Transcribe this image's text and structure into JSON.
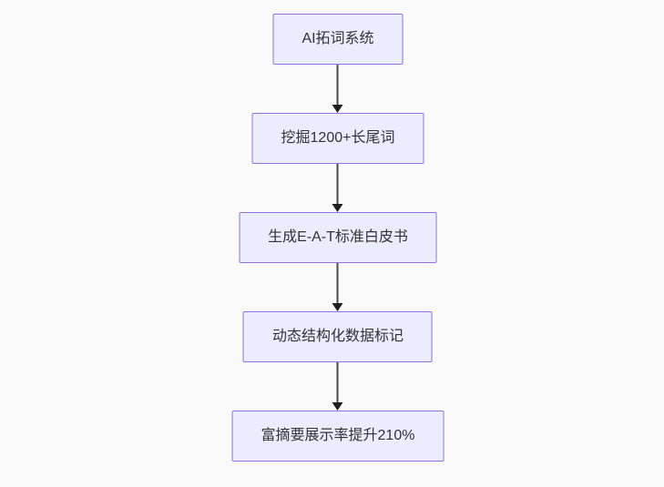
{
  "page": {
    "background": "#fafafa"
  },
  "flowchart": {
    "type": "flowchart-top-down",
    "colors": {
      "node_fill": "#ECECFF",
      "node_border": "#9370DB",
      "node_text": "#333333",
      "arrow_color": "#4a4a4a",
      "arrowhead_color": "#1f1f1f"
    },
    "nodes": [
      {
        "label": "AI拓词系统"
      },
      {
        "label": "挖掘1200+长尾词"
      },
      {
        "label": "生成E-A-T标准白皮书"
      },
      {
        "label": "动态结构化数据标记"
      },
      {
        "label": "富摘要展示率提升210%"
      }
    ],
    "edges": [
      {
        "from": 0,
        "to": 1
      },
      {
        "from": 1,
        "to": 2
      },
      {
        "from": 2,
        "to": 3
      },
      {
        "from": 3,
        "to": 4
      }
    ]
  }
}
